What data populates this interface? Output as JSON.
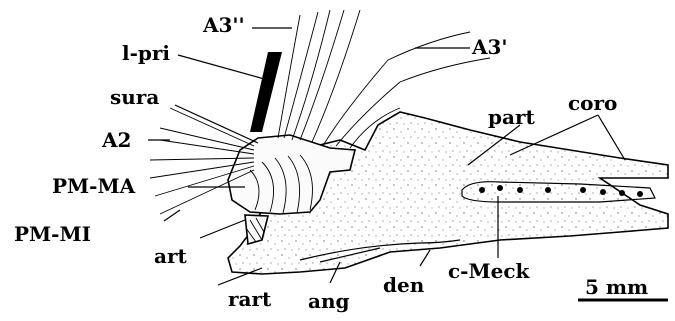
{
  "labels": {
    "a3_double_prime": "A3''",
    "a3_prime": "A3'",
    "l_pri": "l-pri",
    "sura": "sura",
    "a2": "A2",
    "pm_ma": "PM-MA",
    "pm_mi": "PM-MI",
    "art": "art",
    "rart": "rart",
    "ang": "ang",
    "den": "den",
    "c_meck": "c-Meck",
    "part": "part",
    "coro": "coro"
  },
  "scale_bar": {
    "label": "5 mm"
  }
}
